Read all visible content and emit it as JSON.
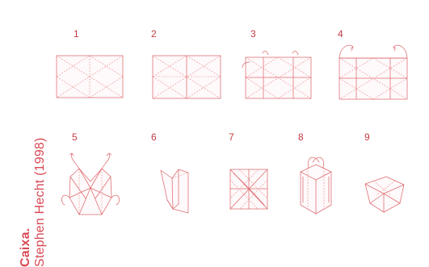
{
  "steps": [
    {
      "label": "1"
    },
    {
      "label": "2"
    },
    {
      "label": "3"
    },
    {
      "label": "4"
    },
    {
      "label": "5"
    },
    {
      "label": "6"
    },
    {
      "label": "7"
    },
    {
      "label": "8"
    },
    {
      "label": "9"
    }
  ],
  "credit": {
    "title": "Caixa.",
    "author": "Stephen Hecht (1998)"
  },
  "colors": {
    "accent": "#d94a56",
    "line": "#de6b70"
  }
}
